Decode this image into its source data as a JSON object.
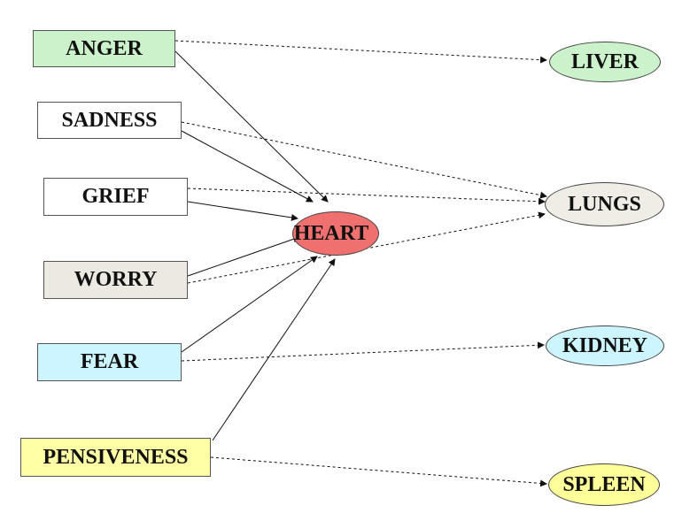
{
  "emotions": {
    "anger": {
      "label": "ANGER",
      "color": "#ccf2cc"
    },
    "sadness": {
      "label": "SADNESS",
      "color": "#ffffff"
    },
    "grief": {
      "label": "GRIEF",
      "color": "#ffffff"
    },
    "worry": {
      "label": "WORRY",
      "color": "#ece9e2"
    },
    "fear": {
      "label": "FEAR",
      "color": "#ccf5ff"
    },
    "pensiveness": {
      "label": "PENSIVENESS",
      "color": "#ffffa6"
    }
  },
  "organs": {
    "heart": {
      "label": "HEART",
      "color": "#f07070"
    },
    "liver": {
      "label": "LIVER",
      "color": "#ccf2cc"
    },
    "lungs": {
      "label": "LUNGS",
      "color": "#f0ede6"
    },
    "kidney": {
      "label": "KIDNEY",
      "color": "#ccf5ff"
    },
    "spleen": {
      "label": "SPLEEN",
      "color": "#ffff99"
    }
  },
  "links": [
    {
      "from": "anger",
      "to": "heart",
      "style": "solid"
    },
    {
      "from": "sadness",
      "to": "heart",
      "style": "solid"
    },
    {
      "from": "grief",
      "to": "heart",
      "style": "solid"
    },
    {
      "from": "worry",
      "to": "heart",
      "style": "solid"
    },
    {
      "from": "fear",
      "to": "heart",
      "style": "solid"
    },
    {
      "from": "pensiveness",
      "to": "heart",
      "style": "solid"
    },
    {
      "from": "anger",
      "to": "liver",
      "style": "dashed"
    },
    {
      "from": "sadness",
      "to": "lungs",
      "style": "dashed"
    },
    {
      "from": "grief",
      "to": "lungs",
      "style": "dashed"
    },
    {
      "from": "worry",
      "to": "lungs",
      "style": "dashed"
    },
    {
      "from": "fear",
      "to": "kidney",
      "style": "dashed"
    },
    {
      "from": "pensiveness",
      "to": "spleen",
      "style": "dashed"
    }
  ]
}
